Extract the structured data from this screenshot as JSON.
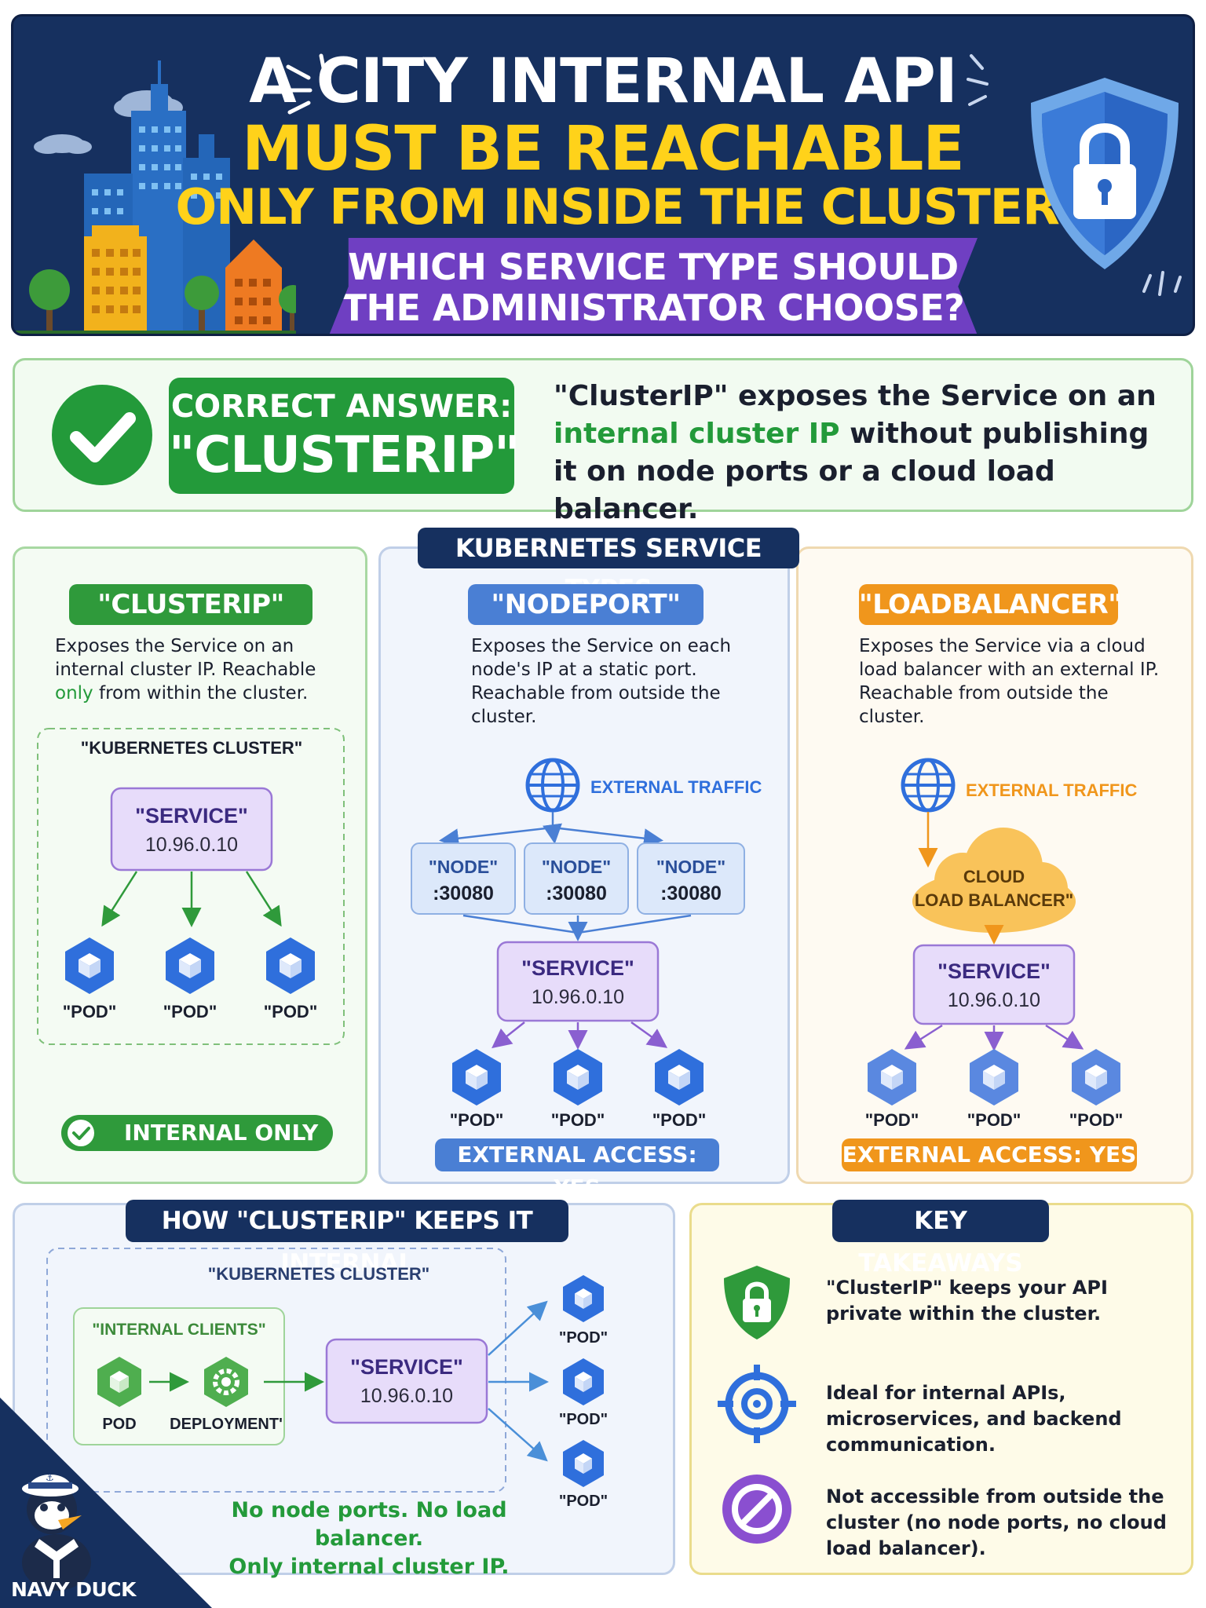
{
  "header": {
    "line1": "A CITY INTERNAL API",
    "line2": "MUST BE REACHABLE",
    "line3": "ONLY FROM INSIDE THE CLUSTER.",
    "question_line1": "WHICH SERVICE TYPE SHOULD",
    "question_line2": "THE ADMINISTRATOR CHOOSE?",
    "icon": "lock-shield-icon"
  },
  "answer": {
    "label": "CORRECT ANSWER:",
    "value": "\"CLUSTERIP\"",
    "desc_part1": "\"ClusterIP\" exposes the Service on an ",
    "desc_highlight": "internal cluster IP",
    "desc_part2": " without publishing it on node ports or a cloud load balancer."
  },
  "service_types": {
    "title": "KUBERNETES SERVICE TYPES",
    "clusterip": {
      "title": "\"CLUSTERIP\"",
      "desc_part1": "Exposes the Service on an internal cluster IP. Reachable ",
      "desc_highlight": "only",
      "desc_part2": " from within the cluster.",
      "cluster_label": "\"KUBERNETES CLUSTER\"",
      "service_label": "\"SERVICE\"",
      "service_ip": "10.96.0.10",
      "pods": [
        "\"POD\"",
        "\"POD\"",
        "\"POD\""
      ],
      "footer": "INTERNAL ONLY",
      "color": "#2f9a3b"
    },
    "nodeport": {
      "title": "\"NODEPORT\"",
      "desc": "Exposes the Service on each node's IP at a static port. Reachable from outside the cluster.",
      "traffic_label": "EXTERNAL TRAFFIC",
      "nodes": [
        {
          "label": "\"NODE\"",
          "port": ":30080"
        },
        {
          "label": "\"NODE\"",
          "port": ":30080"
        },
        {
          "label": "\"NODE\"",
          "port": ":30080"
        }
      ],
      "service_label": "\"SERVICE\"",
      "service_ip": "10.96.0.10",
      "pods": [
        "\"POD\"",
        "\"POD\"",
        "\"POD\""
      ],
      "footer": "EXTERNAL ACCESS: YES",
      "color": "#4a7fd4"
    },
    "loadbalancer": {
      "title": "\"LOADBALANCER\"",
      "desc": "Exposes the Service via a cloud load balancer with an external IP. Reachable from outside the cluster.",
      "traffic_label": "EXTERNAL TRAFFIC",
      "cloud_line1": "CLOUD",
      "cloud_line2": "LOAD BALANCER\"",
      "service_label": "\"SERVICE\"",
      "service_ip": "10.96.0.10",
      "pods": [
        "\"POD\"",
        "\"POD\"",
        "\"POD\""
      ],
      "footer": "EXTERNAL ACCESS: YES",
      "color": "#f0961c"
    }
  },
  "how": {
    "title": "HOW \"CLUSTERIP\" KEEPS IT INTERNAL",
    "cluster_label": "\"KUBERNETES CLUSTER\"",
    "clients_label": "\"INTERNAL CLIENTS\"",
    "pod_label": "POD",
    "deployment_label": "DEPLOYMENT'",
    "service_label": "\"SERVICE\"",
    "service_ip": "10.96.0.10",
    "pods": [
      "\"POD\"",
      "\"POD\"",
      "\"POD\""
    ],
    "note_line1": "No node ports. No load balancer.",
    "note_line2": "Only internal cluster IP."
  },
  "takeaways": {
    "title": "KEY TAKEAWAYS",
    "items": [
      {
        "icon": "lock-shield-icon",
        "text": "\"ClusterIP\" keeps your API private within the cluster."
      },
      {
        "icon": "target-icon",
        "text": "Ideal for internal APIs, microservices, and backend communication."
      },
      {
        "icon": "no-entry-icon",
        "text": "Not accessible from outside the cluster (no node ports, no cloud load balancer)."
      }
    ]
  },
  "brand": {
    "label": "NAVY DUCK",
    "icon": "duck-mascot-icon"
  }
}
